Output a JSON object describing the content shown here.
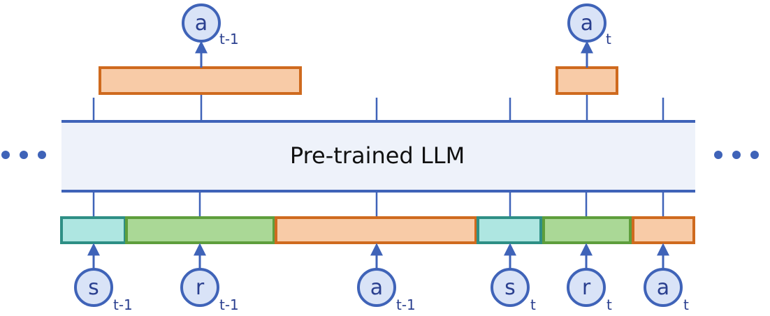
{
  "llm": {
    "label": "Pre-trained LLM"
  },
  "colors": {
    "line": "#3f63b8",
    "band_fill": "#eef2fa",
    "node_fill": "#d9e3f7",
    "state_fill": "#aee6e1",
    "state_stroke": "#2e8f85",
    "reward_fill": "#aad896",
    "reward_stroke": "#5e9e3c",
    "action_fill": "#f8cba7",
    "action_stroke": "#cf6a1e"
  },
  "input_nodes": [
    {
      "letter": "s",
      "sub": "t-1"
    },
    {
      "letter": "r",
      "sub": "t-1"
    },
    {
      "letter": "a",
      "sub": "t-1"
    },
    {
      "letter": "s",
      "sub": "t"
    },
    {
      "letter": "r",
      "sub": "t"
    },
    {
      "letter": "a",
      "sub": "t"
    }
  ],
  "output_nodes": [
    {
      "letter": "a",
      "sub": "t-1"
    },
    {
      "letter": "a",
      "sub": "t"
    }
  ],
  "ellipsis": [
    "left",
    "right"
  ]
}
